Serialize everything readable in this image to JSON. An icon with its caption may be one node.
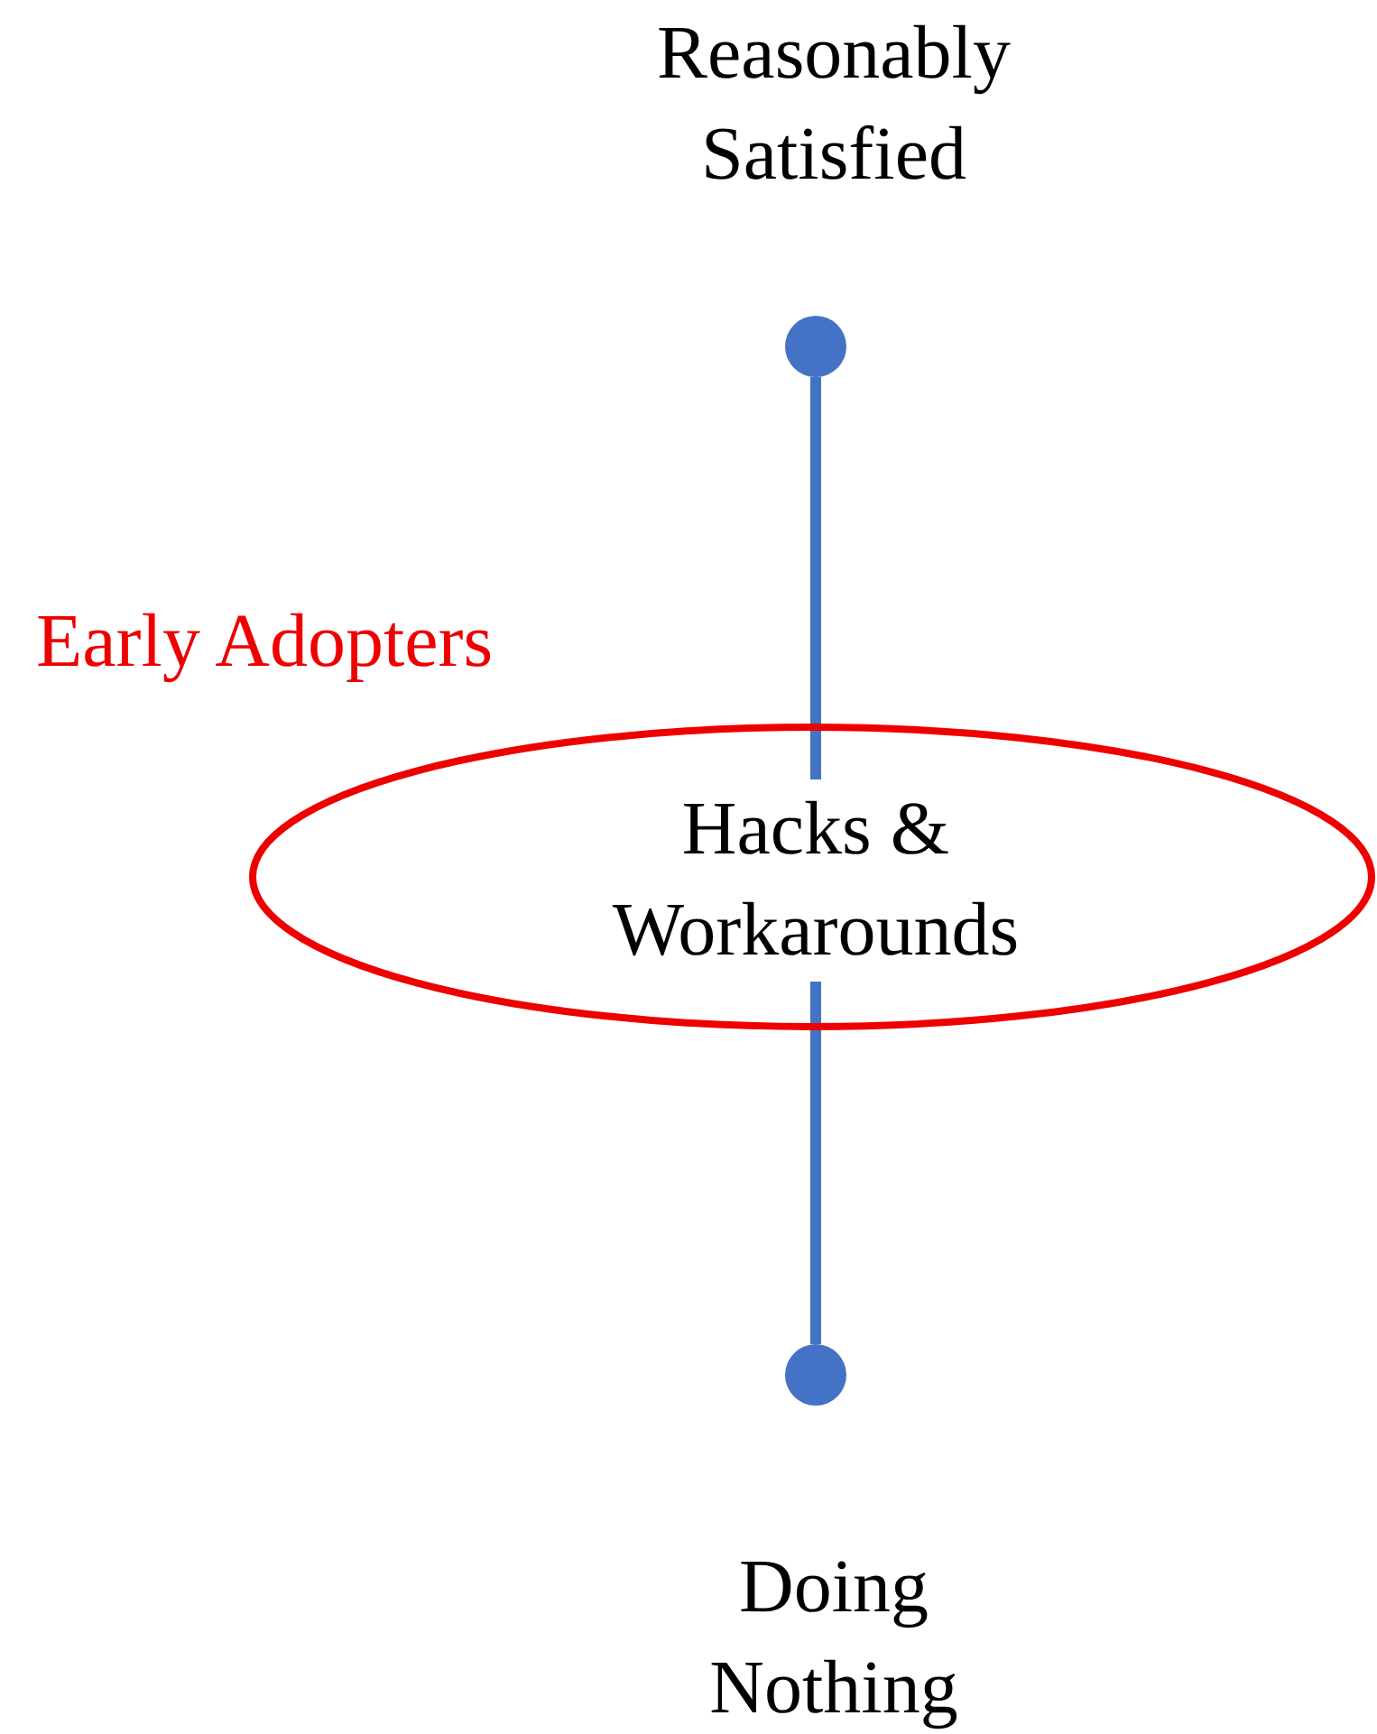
{
  "diagram": {
    "nodes": [
      {
        "text": [
          "Reasonably Satisfied"
        ]
      },
      {
        "text": [],
        "shape": "circle"
      },
      {
        "text": [
          "Early Adopters"
        ]
      },
      {
        "text": [
          "Hacks & Workarounds"
        ],
        "in": 2
      },
      {
        "text": [],
        "shape": "circle"
      },
      {
        "text": [
          "Doing Nothing"
        ]
      }
    ],
    "edges": [
      {
        "from": 1,
        "to": 3,
        "arrow": "none"
      },
      {
        "from": 3,
        "to": 4,
        "arrow": "none"
      }
    ]
  }
}
